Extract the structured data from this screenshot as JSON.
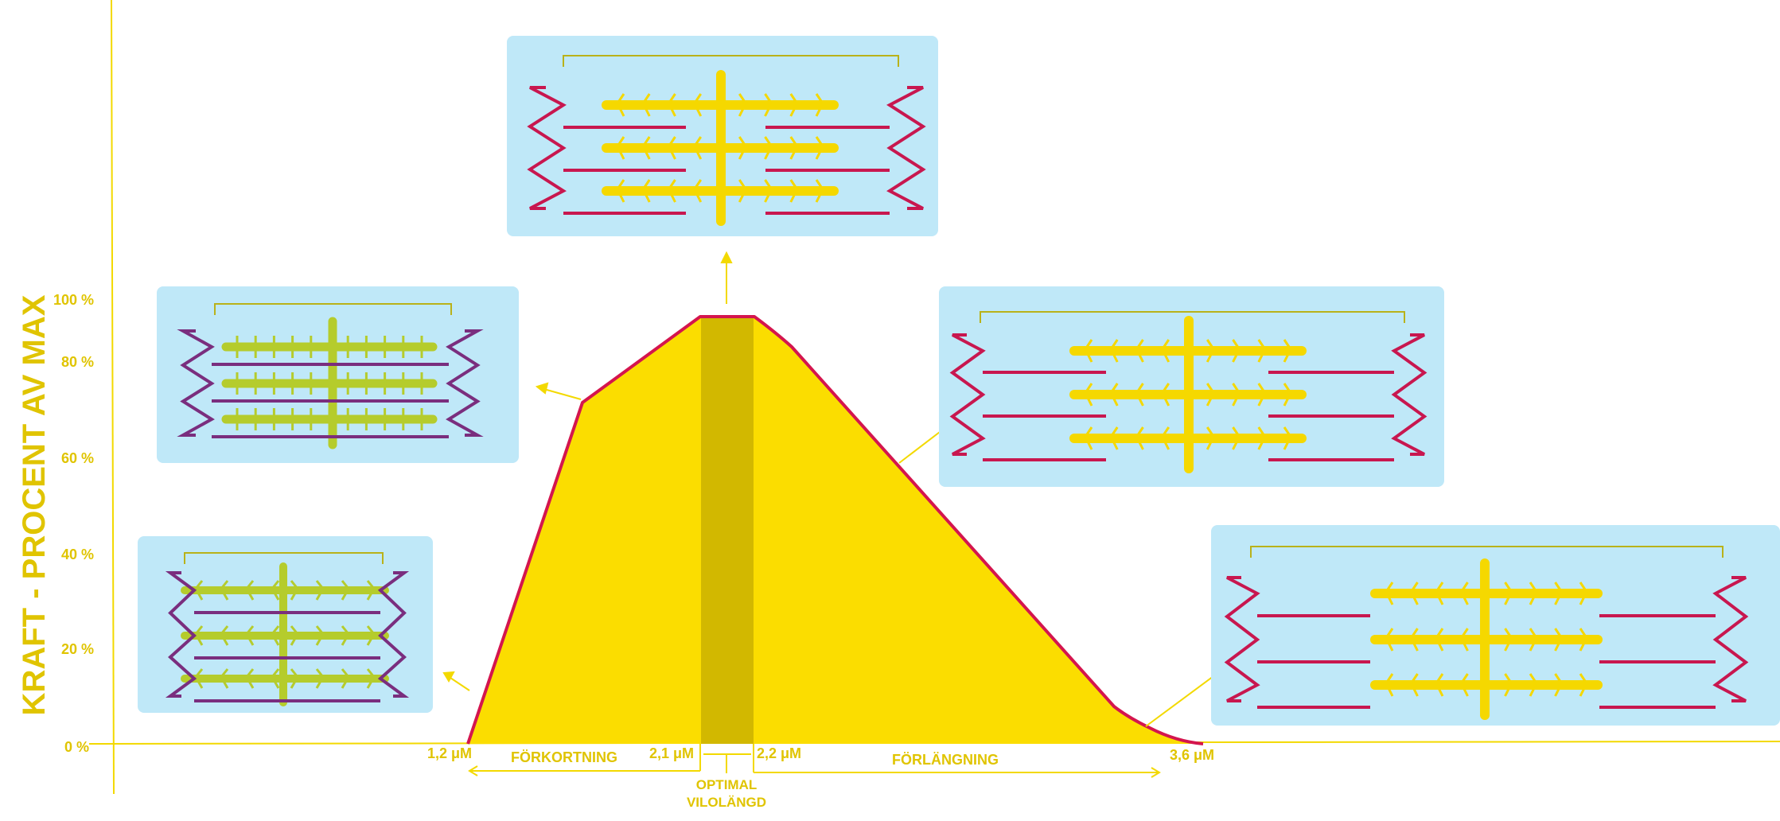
{
  "colors": {
    "accent_yellow": "#f9dc00",
    "curve_fill": "#fbdd00",
    "curve_stroke": "#d4154e",
    "optimal_band": "#d2b800",
    "label_yellow": "#e0c400",
    "panel_blue": "#bfe8f8",
    "actin_red": "#c8174f",
    "actin_purple": "#7a2e7e",
    "myosin_yellow": "#f5d800",
    "myosin_green": "#b5cc2c"
  },
  "y_axis": {
    "title": "KRAFT - PROCENT AV MAX",
    "ticks": [
      "100 %",
      "80 %",
      "60 %",
      "40 %",
      "20 %",
      "0 %"
    ]
  },
  "x_axis": {
    "point_labels": [
      "1,2 μM",
      "2,1 μM",
      "2,2 μM",
      "3,6 μM"
    ],
    "shortening_label": "FÖRKORTNING",
    "lengthening_label": "FÖRLÄNGNING",
    "optimal_label_line1": "OPTIMAL",
    "optimal_label_line2": "VILOLÄNGD"
  },
  "sarcomere_panels": [
    {
      "id": "overlap-heavy",
      "myosin_color": "green",
      "actin_color": "purple"
    },
    {
      "id": "short",
      "myosin_color": "green",
      "actin_color": "purple"
    },
    {
      "id": "optimal",
      "myosin_color": "yellow",
      "actin_color": "red"
    },
    {
      "id": "stretched",
      "myosin_color": "yellow",
      "actin_color": "red"
    },
    {
      "id": "overstretched",
      "myosin_color": "yellow",
      "actin_color": "red"
    }
  ]
}
